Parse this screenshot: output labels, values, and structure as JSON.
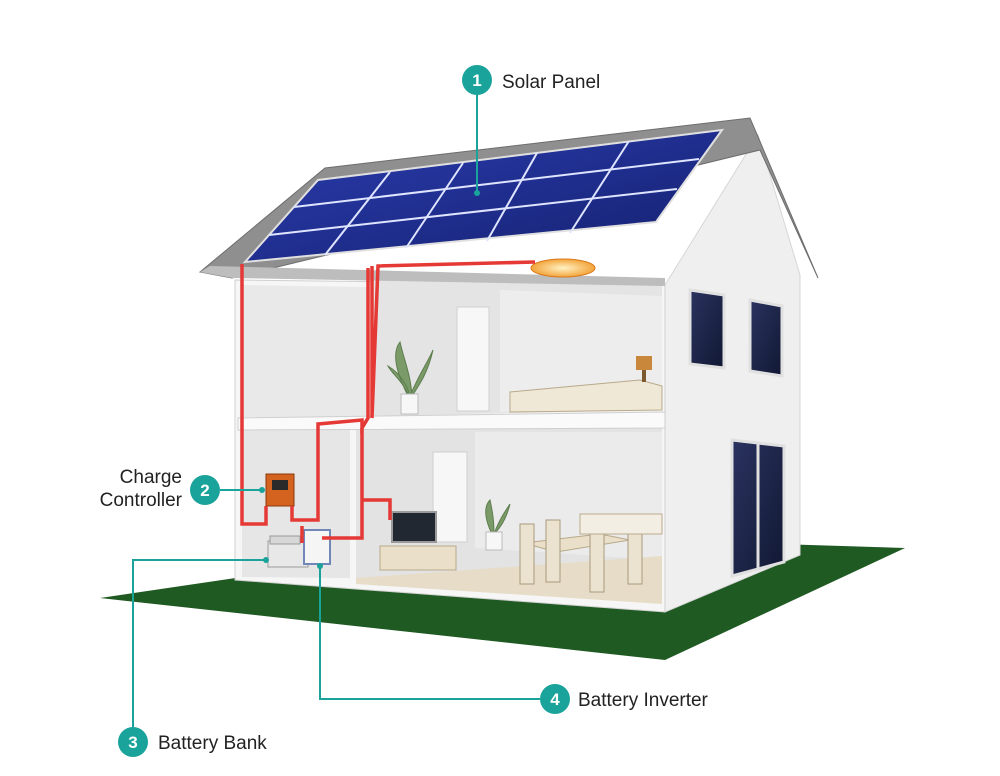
{
  "colors": {
    "accent": "#1aa39a",
    "wire": "#e53935",
    "ground": "#1f5a22",
    "roof": "#8c8c8c",
    "panel": "#1b2a8f",
    "wall": "#f2f2f2"
  },
  "callouts": [
    {
      "number": "1",
      "lines": [
        "Solar Panel"
      ]
    },
    {
      "number": "2",
      "lines": [
        "Charge",
        "Controller"
      ]
    },
    {
      "number": "3",
      "lines": [
        "Battery Bank"
      ]
    },
    {
      "number": "4",
      "lines": [
        "Battery Inverter"
      ]
    }
  ]
}
